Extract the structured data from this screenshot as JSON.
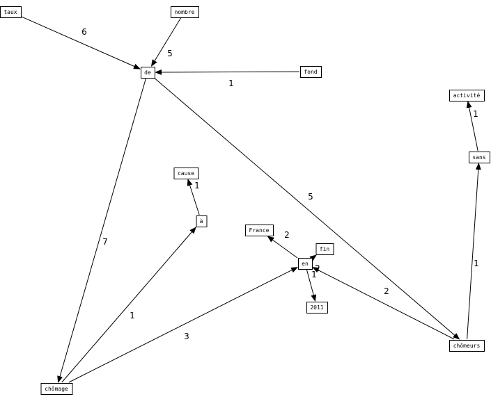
{
  "graph": {
    "nodes": [
      {
        "id": "taux",
        "label": "taux"
      },
      {
        "id": "nombre",
        "label": "nombre"
      },
      {
        "id": "de",
        "label": "de"
      },
      {
        "id": "fond",
        "label": "fond"
      },
      {
        "id": "activite",
        "label": "activité"
      },
      {
        "id": "sans",
        "label": "sans"
      },
      {
        "id": "cause",
        "label": "cause"
      },
      {
        "id": "a",
        "label": "à"
      },
      {
        "id": "france",
        "label": "France"
      },
      {
        "id": "fin",
        "label": "fin"
      },
      {
        "id": "en",
        "label": "en"
      },
      {
        "id": "y2011",
        "label": "2011"
      },
      {
        "id": "chomeurs",
        "label": "chômeurs"
      },
      {
        "id": "chomage",
        "label": "chômage"
      }
    ],
    "edges": [
      {
        "id": "taux-de",
        "from": "taux",
        "to": "de",
        "label": "6"
      },
      {
        "id": "nombre-de",
        "from": "nombre",
        "to": "de",
        "label": "5"
      },
      {
        "id": "fond-de",
        "from": "fond",
        "to": "de",
        "label": "1"
      },
      {
        "id": "de-chomage",
        "from": "de",
        "to": "chomage",
        "label": "7"
      },
      {
        "id": "de-chomeurs",
        "from": "de",
        "to": "chomeurs",
        "label": "5"
      },
      {
        "id": "sans-activite",
        "from": "sans",
        "to": "activite",
        "label": "1"
      },
      {
        "id": "chomeurs-sans",
        "from": "chomeurs",
        "to": "sans",
        "label": "1"
      },
      {
        "id": "a-cause",
        "from": "a",
        "to": "cause",
        "label": "1"
      },
      {
        "id": "chomage-a",
        "from": "chomage",
        "to": "a",
        "label": "1"
      },
      {
        "id": "chomage-en",
        "from": "chomage",
        "to": "en",
        "label": "3"
      },
      {
        "id": "en-france",
        "from": "en",
        "to": "france",
        "label": "2"
      },
      {
        "id": "en-fin",
        "from": "en",
        "to": "fin",
        "label": "2"
      },
      {
        "id": "en-2011",
        "from": "en",
        "to": "y2011",
        "label": "1"
      },
      {
        "id": "chomeurs-en",
        "from": "chomeurs",
        "to": "en",
        "label": "2"
      }
    ]
  }
}
